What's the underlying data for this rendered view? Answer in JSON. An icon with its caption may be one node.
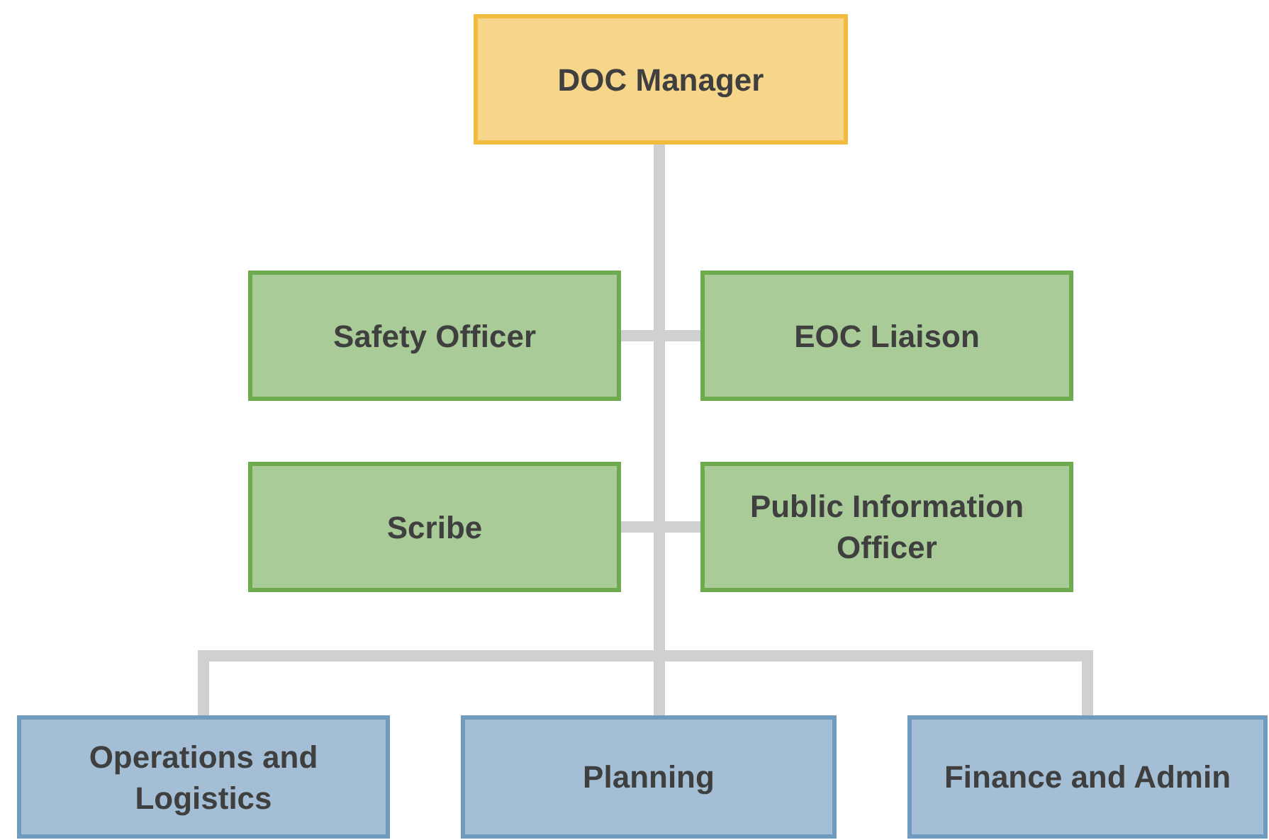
{
  "diagram": {
    "nodes": [
      {
        "text": [
          "DOC Manager"
        ]
      },
      {
        "text": [
          "Safety Officer"
        ]
      },
      {
        "text": [
          "EOC Liaison"
        ]
      },
      {
        "text": [
          "Scribe"
        ]
      },
      {
        "text": [
          "Public Information Officer"
        ]
      },
      {
        "text": [
          "Operations and Logistics"
        ]
      },
      {
        "text": [
          "Planning"
        ]
      },
      {
        "text": [
          "Finance and Admin"
        ]
      }
    ],
    "edges": [
      {
        "from": 0,
        "to": 1,
        "arrow": "none"
      },
      {
        "from": 0,
        "to": 2,
        "arrow": "none"
      },
      {
        "from": 0,
        "to": 3,
        "arrow": "none"
      },
      {
        "from": 0,
        "to": 4,
        "arrow": "none"
      },
      {
        "from": 0,
        "to": 5,
        "arrow": "none"
      },
      {
        "from": 0,
        "to": 6,
        "arrow": "none"
      },
      {
        "from": 0,
        "to": 7,
        "arrow": "none"
      }
    ]
  }
}
